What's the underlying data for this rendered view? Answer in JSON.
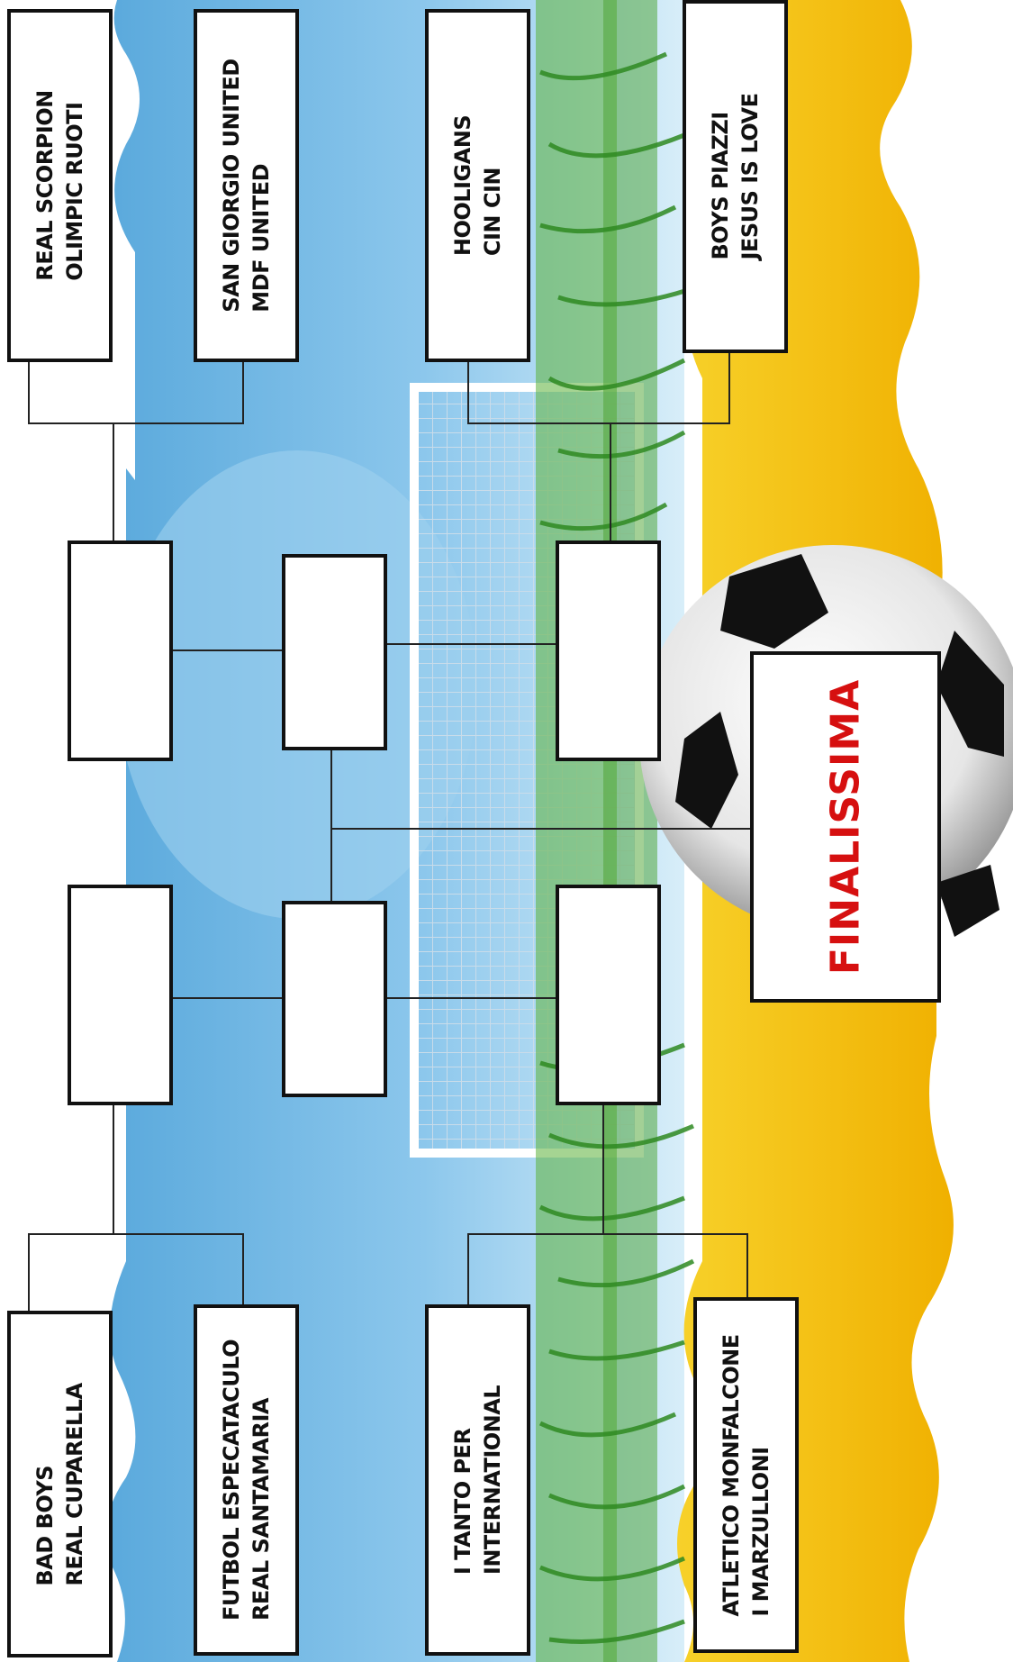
{
  "bracket": {
    "teams": [
      {
        "line1": "REAL SCORPION",
        "line2": "OLIMPIC RUOTI"
      },
      {
        "line1": "SAN GIORGIO UNITED",
        "line2": "MDF UNITED"
      },
      {
        "line1": "HOOLIGANS",
        "line2": "CIN CIN"
      },
      {
        "line1": "BOYS PIAZZI",
        "line2": "JESUS IS LOVE"
      },
      {
        "line1": "BAD BOYS",
        "line2": "REAL CUPARELLA"
      },
      {
        "line1": "FUTBOL ESPECATACULO",
        "line2": "REAL SANTAMARIA"
      },
      {
        "line1": "I TANTO PER",
        "line2": "INTERNATIONAL"
      },
      {
        "line1": "ATLETICO MONFALCONE",
        "line2": "I MARZULLONI"
      }
    ],
    "final_label": "FINALISSIMA"
  },
  "colors": {
    "sky": "#6fb6e3",
    "sky_light": "#bfe0f5",
    "banner_yellow": "#f4c20c",
    "grass": "#3f9a2a",
    "final_text": "#d61010"
  }
}
